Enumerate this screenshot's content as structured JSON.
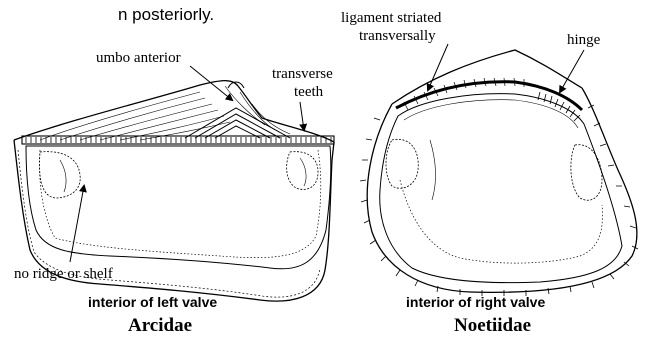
{
  "intro_fragment": "n posteriorly.",
  "left_figure": {
    "labels": {
      "umbo": "umbo anterior",
      "teeth_line1": "transverse",
      "teeth_line2": "teeth",
      "ridge": "no ridge or shelf"
    },
    "caption": "interior of left valve",
    "family": "Arcidae"
  },
  "right_figure": {
    "labels": {
      "ligament_line1": "ligament striated",
      "ligament_line2": "transversally",
      "hinge": "hinge"
    },
    "caption": "interior of right valve",
    "family": "Noetiidae"
  }
}
